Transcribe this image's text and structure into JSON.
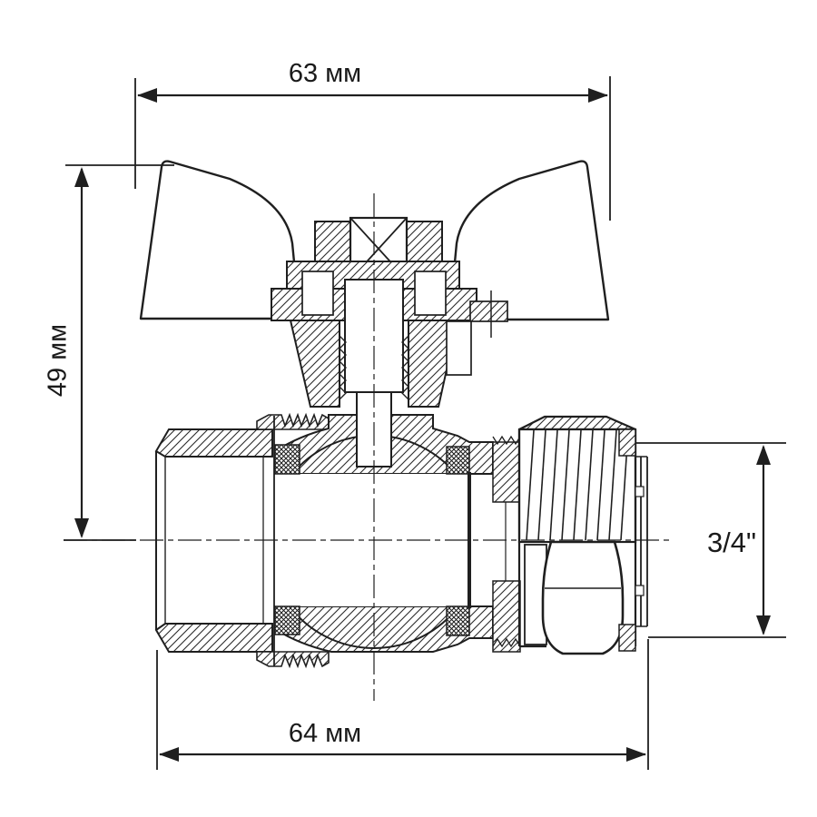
{
  "diagram": {
    "type": "technical-drawing-cross-section",
    "subject": "ball-valve-with-butterfly-handle",
    "dimensions": {
      "top_width": "63 мм",
      "left_height": "49 мм",
      "right_connector": "3/4\"",
      "bottom_length": "64 мм"
    },
    "colors": {
      "line": "#1f1f1f",
      "background": "#ffffff"
    }
  }
}
